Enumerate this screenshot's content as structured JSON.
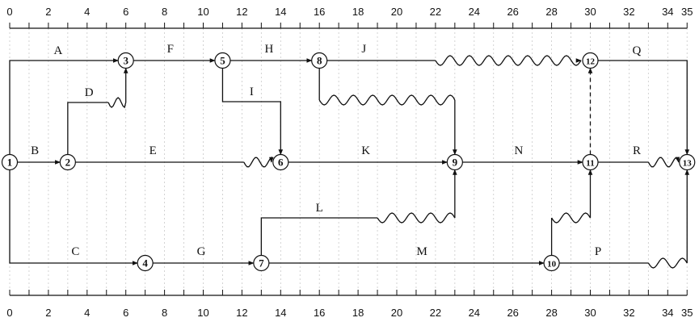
{
  "scale": {
    "min": 0,
    "max": 35,
    "labels": [
      {
        "v": 0,
        "text": "0"
      },
      {
        "v": 2,
        "text": "2"
      },
      {
        "v": 4,
        "text": "4"
      },
      {
        "v": 6,
        "text": "6"
      },
      {
        "v": 8,
        "text": "8"
      },
      {
        "v": 10,
        "text": "10"
      },
      {
        "v": 12,
        "text": "12"
      },
      {
        "v": 14,
        "text": "14"
      },
      {
        "v": 16,
        "text": "16"
      },
      {
        "v": 18,
        "text": "18"
      },
      {
        "v": 20,
        "text": "20"
      },
      {
        "v": 22,
        "text": "22"
      },
      {
        "v": 24,
        "text": "24"
      },
      {
        "v": 26,
        "text": "26"
      },
      {
        "v": 28,
        "text": "28"
      },
      {
        "v": 30,
        "text": "30"
      },
      {
        "v": 32,
        "text": "32"
      },
      {
        "v": 34,
        "text": "34"
      },
      {
        "v": 35,
        "text": "35"
      }
    ]
  },
  "nodes": [
    {
      "id": 1,
      "label": "1"
    },
    {
      "id": 2,
      "label": "2"
    },
    {
      "id": 3,
      "label": "3"
    },
    {
      "id": 4,
      "label": "4"
    },
    {
      "id": 5,
      "label": "5"
    },
    {
      "id": 6,
      "label": "6"
    },
    {
      "id": 7,
      "label": "7"
    },
    {
      "id": 8,
      "label": "8"
    },
    {
      "id": 9,
      "label": "9"
    },
    {
      "id": 10,
      "label": "10"
    },
    {
      "id": 11,
      "label": "11"
    },
    {
      "id": 12,
      "label": "12"
    },
    {
      "id": 13,
      "label": "13"
    }
  ],
  "activities": [
    {
      "label": "A",
      "from": 1,
      "to": 3
    },
    {
      "label": "B",
      "from": 1,
      "to": 2
    },
    {
      "label": "C",
      "from": 1,
      "to": 4
    },
    {
      "label": "D",
      "from": 2,
      "to": 3
    },
    {
      "label": "E",
      "from": 2,
      "to": 6
    },
    {
      "label": "F",
      "from": 3,
      "to": 5
    },
    {
      "label": "G",
      "from": 4,
      "to": 7
    },
    {
      "label": "H",
      "from": 5,
      "to": 8
    },
    {
      "label": "I",
      "from": 5,
      "to": 6
    },
    {
      "label": "J",
      "from": 8,
      "to": 12
    },
    {
      "label": "K",
      "from": 6,
      "to": 9
    },
    {
      "label": "L",
      "from": 7,
      "to": 9
    },
    {
      "label": "M",
      "from": 7,
      "to": 10
    },
    {
      "label": "N",
      "from": 9,
      "to": 11
    },
    {
      "label": "P",
      "from": 10,
      "to": 13
    },
    {
      "label": "Q",
      "from": 12,
      "to": 13
    },
    {
      "label": "R",
      "from": 11,
      "to": 13
    }
  ]
}
